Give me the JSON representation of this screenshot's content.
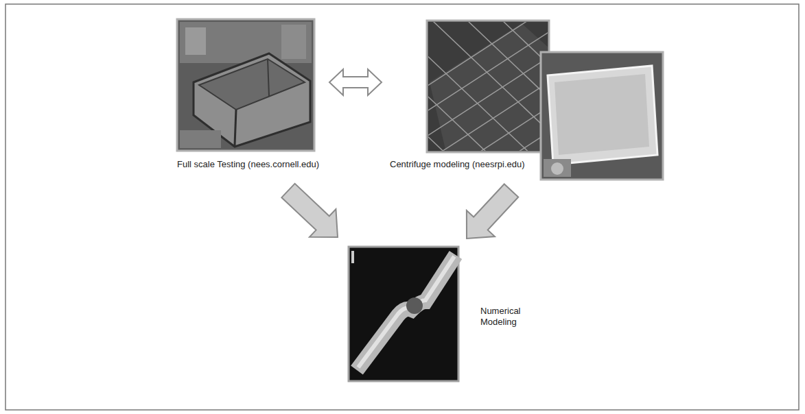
{
  "diagram": {
    "nodes": [
      {
        "text": [
          "Full scale Testing (nees.cornell.edu)"
        ]
      },
      {
        "text": [
          "Centrifuge modeling (neesrpi.edu)"
        ]
      },
      {
        "text": [
          "Numerical Modeling"
        ]
      }
    ],
    "edges": [
      {
        "from": 0,
        "to": 1,
        "arrow": "both"
      },
      {
        "from": 0,
        "to": 2,
        "arrow": "to"
      },
      {
        "from": 1,
        "to": 2,
        "arrow": "to"
      }
    ]
  }
}
